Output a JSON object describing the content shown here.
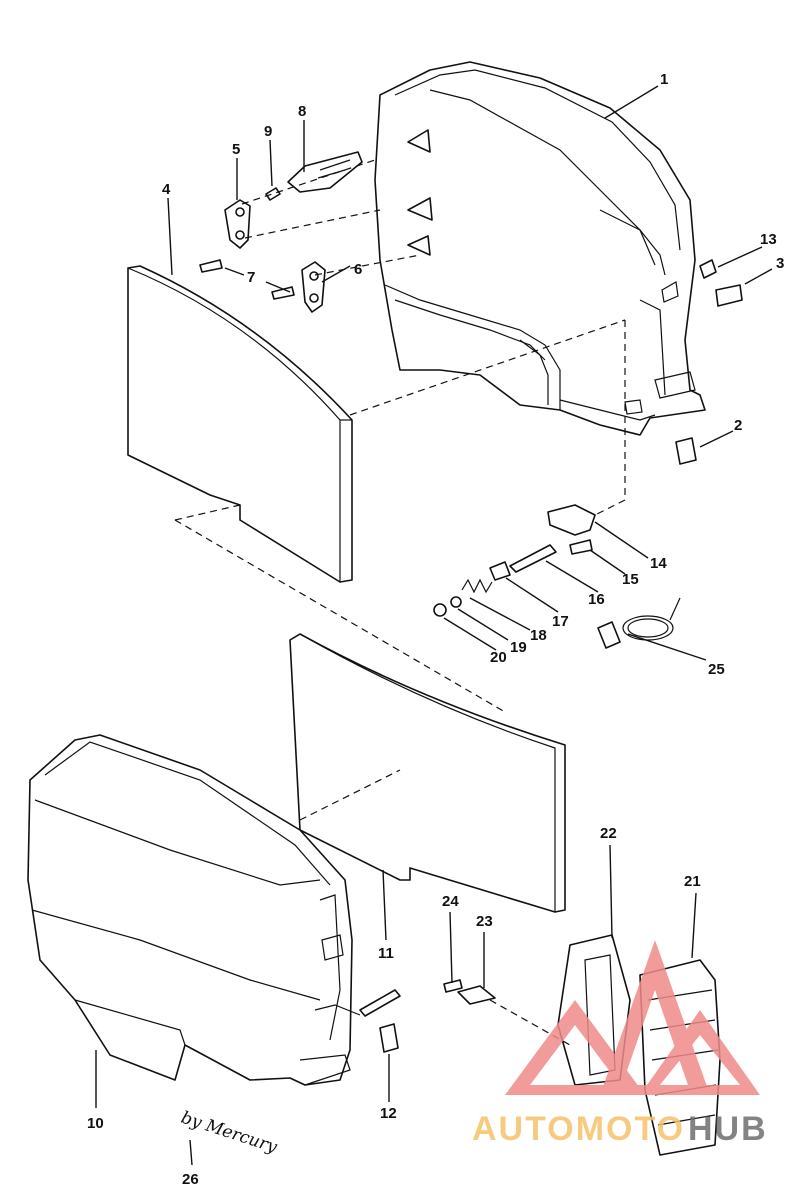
{
  "diagram": {
    "callouts": [
      {
        "id": "c1",
        "text": "1"
      },
      {
        "id": "c2",
        "text": "2"
      },
      {
        "id": "c3",
        "text": "3"
      },
      {
        "id": "c4",
        "text": "4"
      },
      {
        "id": "c5",
        "text": "5"
      },
      {
        "id": "c6",
        "text": "6"
      },
      {
        "id": "c7",
        "text": "7"
      },
      {
        "id": "c8",
        "text": "8"
      },
      {
        "id": "c9",
        "text": "9"
      },
      {
        "id": "c10",
        "text": "10"
      },
      {
        "id": "c11",
        "text": "11"
      },
      {
        "id": "c12",
        "text": "12"
      },
      {
        "id": "c13",
        "text": "13"
      },
      {
        "id": "c14",
        "text": "14"
      },
      {
        "id": "c15",
        "text": "15"
      },
      {
        "id": "c16",
        "text": "16"
      },
      {
        "id": "c17",
        "text": "17"
      },
      {
        "id": "c18",
        "text": "18"
      },
      {
        "id": "c19",
        "text": "19"
      },
      {
        "id": "c20",
        "text": "20"
      },
      {
        "id": "c21",
        "text": "21"
      },
      {
        "id": "c22",
        "text": "22"
      },
      {
        "id": "c23",
        "text": "23"
      },
      {
        "id": "c24",
        "text": "24"
      },
      {
        "id": "c25",
        "text": "25"
      },
      {
        "id": "c26",
        "text": "26"
      }
    ],
    "decal_text": "by Mercury"
  },
  "watermark": {
    "brand_left": "AUTOMOTO",
    "brand_right": "HUB",
    "color_primary": "#f08a8a",
    "color_text": "#f5c36a",
    "color_text_dark": "#6e6e6e"
  },
  "colors": {
    "line": "#111111",
    "background": "#ffffff"
  }
}
